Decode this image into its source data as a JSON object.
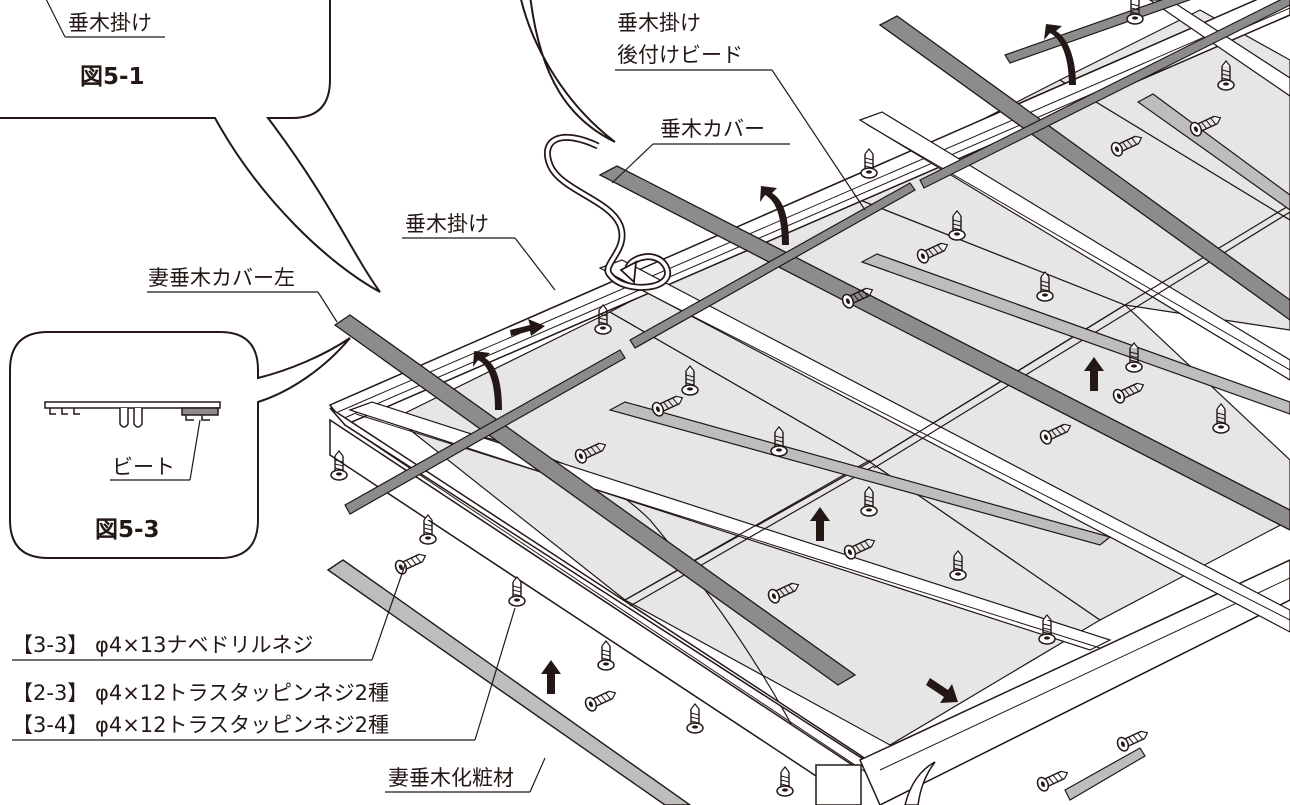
{
  "callouts": {
    "top_left_part": "垂木掛け",
    "top_left_figure": "図5-1",
    "bead_label": "ビート",
    "bottom_left_figure": "図5-3"
  },
  "labels": {
    "rafter_hanger_bead": [
      "垂木掛け",
      "後付けビード"
    ],
    "rafter_cover": "垂木カバー",
    "rafter_hanger": "垂木掛け",
    "gable_rafter_cover_left": "妻垂木カバー左",
    "screw_3_3": "【3-3】 φ4×13ナベドリルネジ",
    "screw_2_3": "【2-3】 φ4×12トラスタッピンネジ2種",
    "screw_3_4": "【3-4】 φ4×12トラスタッピンネジ2種",
    "gable_rafter_trim": "妻垂木化粧材"
  },
  "colors": {
    "line": "#231815",
    "panel": "#e6e6e6",
    "cover": "#8c8c8c",
    "rail": "#bdbdbd",
    "background": "#ffffff"
  }
}
